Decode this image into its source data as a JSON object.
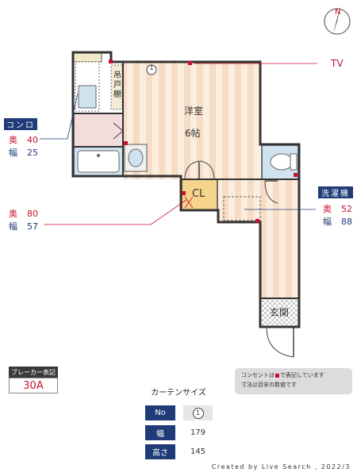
{
  "compass": {
    "letter": "N"
  },
  "labels": {
    "tv": "TV",
    "youshitsu": "洋室",
    "size": "6帖",
    "cl": "CL",
    "tsuridana": "吊戸棚",
    "genkan": "玄関",
    "circle_no": "1"
  },
  "konro": {
    "title": "コンロ",
    "depth_key": "奥",
    "depth": "40",
    "width_key": "幅",
    "width": "25"
  },
  "fridge": {
    "depth_key": "奥",
    "depth": "80",
    "width_key": "幅",
    "width": "57"
  },
  "washer": {
    "title": "洗濯機",
    "depth_key": "奥",
    "depth": "52",
    "width_key": "幅",
    "width": "88"
  },
  "breaker": {
    "label": "ブレーカー表記",
    "value": "30A"
  },
  "note": {
    "line1_a": "コンセントは",
    "line1_b": "で表記しています",
    "line2": "寸法は目安の数値です"
  },
  "curtain": {
    "title": "カーテンサイズ",
    "rows": [
      {
        "key": "No",
        "value": "1"
      },
      {
        "key": "幅",
        "value": "179"
      },
      {
        "key": "高さ",
        "value": "145"
      }
    ]
  },
  "footer": "Created by Live Search , 2022/3"
}
